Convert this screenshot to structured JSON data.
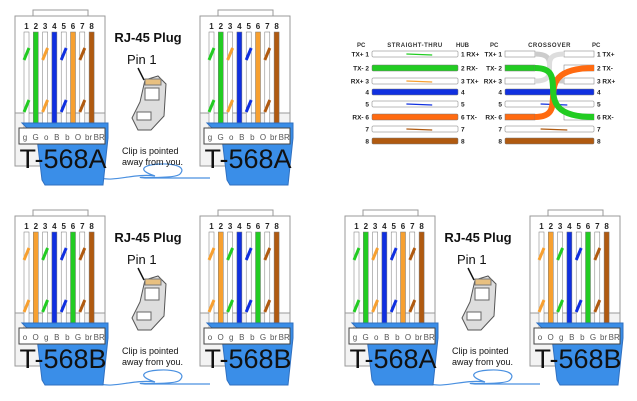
{
  "colors": {
    "green": "#22cc22",
    "orange": "#f7a030",
    "blue": "#1030e0",
    "brown": "#b05a10",
    "boot": "#3a8ee8",
    "wire_orange_diagram": "#ff6a10"
  },
  "pin_numbers": [
    "1",
    "2",
    "3",
    "4",
    "5",
    "6",
    "7",
    "8"
  ],
  "standards": {
    "T-568A": {
      "name": "T-568A",
      "wires": [
        "g",
        "G",
        "o",
        "B",
        "b",
        "O",
        "br",
        "BR"
      ]
    },
    "T-568B": {
      "name": "T-568B",
      "wires": [
        "o",
        "O",
        "g",
        "B",
        "b",
        "G",
        "br",
        "BR"
      ]
    }
  },
  "plug_pairs": [
    {
      "left": "T-568A",
      "right": "T-568A"
    },
    {
      "left": "T-568B",
      "right": "T-568B"
    },
    {
      "left": "T-568A",
      "right": "T-568B"
    }
  ],
  "plug_info": {
    "title": "RJ-45 Plug",
    "pin1": "Pin 1",
    "clip_line1": "Clip is pointed",
    "clip_line2": "away from you."
  },
  "straight_thru": {
    "title": "STRAIGHT-THRU",
    "left_header": "PC",
    "right_header": "HUB",
    "left_labels": [
      "TX+ 1",
      "TX- 2",
      "RX+ 3",
      "4",
      "5",
      "RX- 6",
      "7",
      "8"
    ],
    "right_labels": [
      "1 RX+",
      "2 RX-",
      "3 TX+",
      "4",
      "5",
      "6 TX-",
      "7",
      "8"
    ]
  },
  "crossover": {
    "title": "CROSSOVER",
    "left_header": "PC",
    "right_header": "PC",
    "left_labels": [
      "TX+ 1",
      "TX- 2",
      "RX+ 3",
      "4",
      "5",
      "RX- 6",
      "7",
      "8"
    ],
    "right_labels": [
      "1 TX+",
      "2 TX-",
      "3 RX+",
      "4",
      "5",
      "6 RX-",
      "7",
      "8"
    ]
  }
}
